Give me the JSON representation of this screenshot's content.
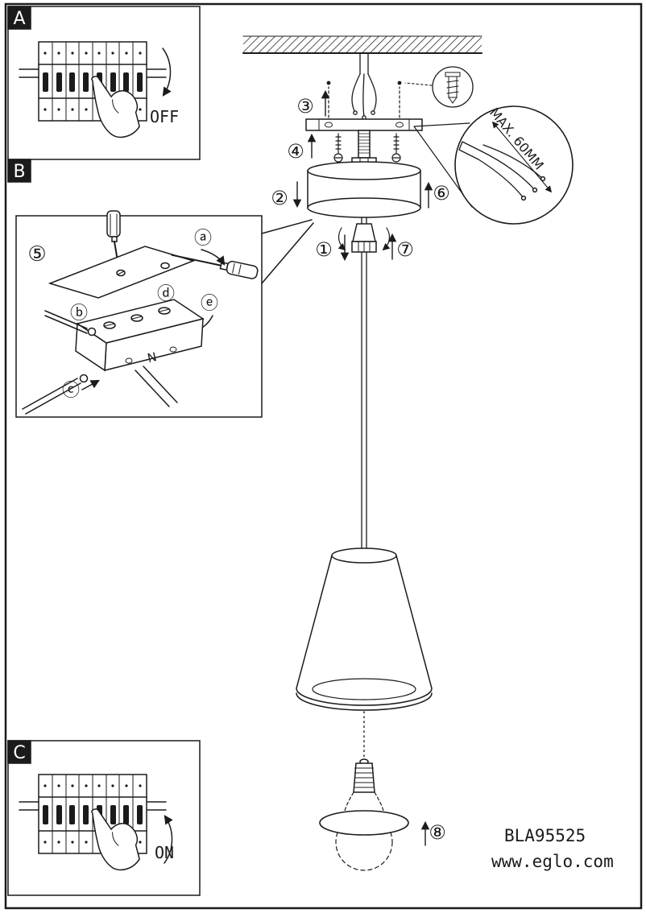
{
  "doc": {
    "model": "BLA95525",
    "website": "www.eglo.com"
  },
  "panels": {
    "a": {
      "label": "A",
      "state": "OFF"
    },
    "b": {
      "label": "B"
    },
    "c": {
      "label": "C",
      "state": "ON"
    }
  },
  "steps": {
    "s1": "①",
    "s2": "②",
    "s3": "③",
    "s4": "④",
    "s5": "⑤",
    "s6": "⑥",
    "s7": "⑦",
    "s8": "⑧"
  },
  "wiring_detail": {
    "a": "ⓐ",
    "b": "ⓑ",
    "c": "ⓒ",
    "d": "ⓓ",
    "e": "ⓔ",
    "neutral": "N"
  },
  "annotations": {
    "max_wire_strip": "MAX. 60MM"
  }
}
